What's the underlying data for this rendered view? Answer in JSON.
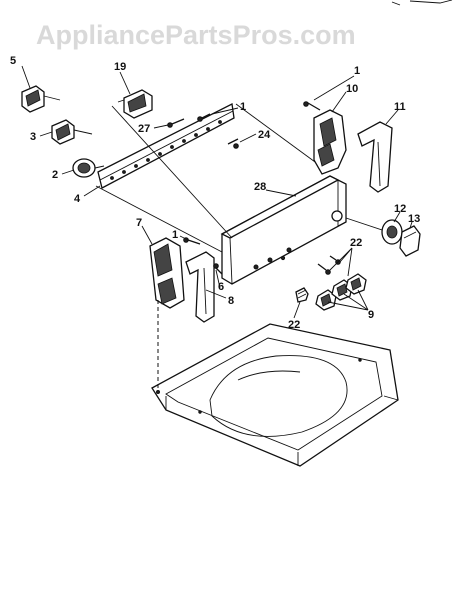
{
  "watermark": "AppliancePartsPros.com",
  "labels": {
    "l1a": "1",
    "l1b": "1",
    "l1c": "1",
    "l2": "2",
    "l3": "3",
    "l4": "4",
    "l5": "5",
    "l6": "6",
    "l7": "7",
    "l8": "8",
    "l9": "9",
    "l10": "10",
    "l11": "11",
    "l12": "12",
    "l13": "13",
    "l19": "19",
    "l22a": "22",
    "l22b": "22",
    "l24": "24",
    "l27": "27",
    "l28": "28"
  }
}
